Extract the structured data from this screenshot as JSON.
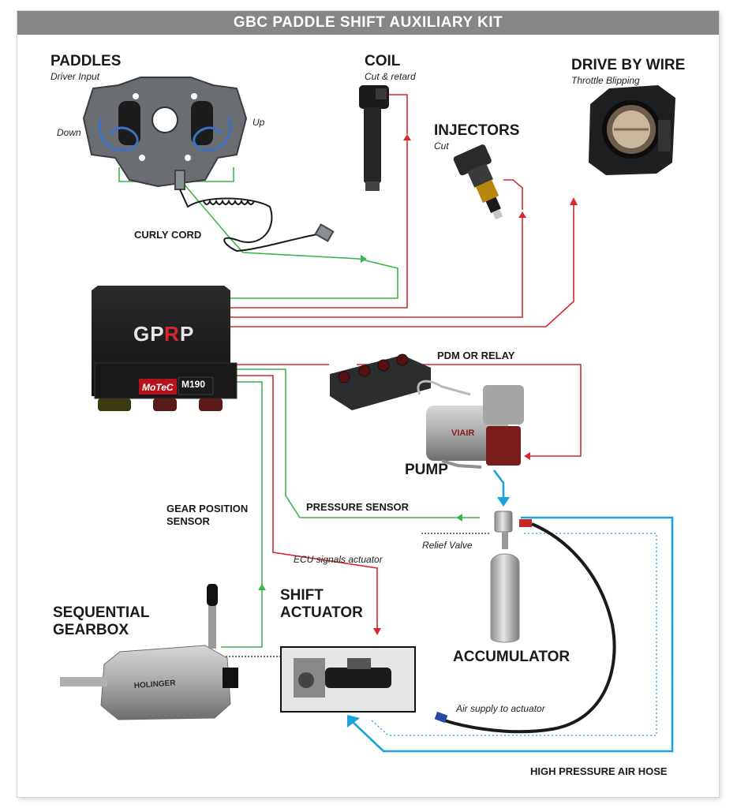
{
  "title": "GBC PADDLE SHIFT AUXILIARY KIT",
  "components": {
    "paddles": {
      "label": "PADDLES",
      "sub": "Driver Input",
      "down": "Down",
      "up": "Up"
    },
    "curly_cord": {
      "label": "CURLY CORD"
    },
    "coil": {
      "label": "COIL",
      "sub": "Cut & retard"
    },
    "injectors": {
      "label": "INJECTORS",
      "sub": "Cut"
    },
    "drive_by_wire": {
      "label": "DRIVE BY WIRE",
      "sub": "Throttle Blipping"
    },
    "ecu": {
      "brand": "GPRP",
      "maker": "MoTeC",
      "model": "M190"
    },
    "pdm": {
      "label": "PDM OR RELAY"
    },
    "pump": {
      "label": "PUMP",
      "brand": "VIAIR"
    },
    "pressure_sensor": {
      "label": "PRESSURE SENSOR"
    },
    "relief_valve": {
      "label": "Relief Valve"
    },
    "gear_position_sensor": {
      "label": "GEAR POSITION\nSENSOR"
    },
    "ecu_signals": {
      "label": "ECU signals actuator"
    },
    "shift_actuator": {
      "label": "SHIFT\nACTUATOR"
    },
    "sequential_gearbox": {
      "label": "SEQUENTIAL\nGEARBOX",
      "brand": "HOLINGER"
    },
    "accumulator": {
      "label": "ACCUMULATOR"
    },
    "air_supply": {
      "label": "Air supply to actuator"
    },
    "air_hose": {
      "label": "HIGH PRESSURE AIR HOSE"
    }
  },
  "colors": {
    "signal": "#d9272e",
    "sensor": "#3ab54a",
    "air": "#1ba1dc",
    "frame": "#868687"
  }
}
